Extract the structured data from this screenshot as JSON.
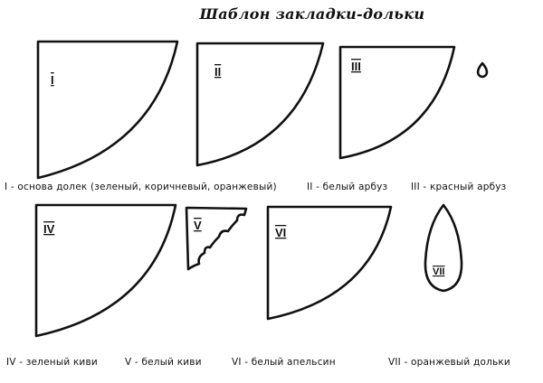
{
  "title": "Шаблон закладки-дольки",
  "templates": [
    {
      "numeral": "I"
    },
    {
      "numeral": "II"
    },
    {
      "numeral": "III"
    },
    {
      "numeral": "IV"
    },
    {
      "numeral": "V"
    },
    {
      "numeral": "VI"
    },
    {
      "numeral": "VII"
    }
  ],
  "captions": [
    "I - основа долек (зеленый, коричневый, оранжевый)",
    "II - белый арбуз",
    "III - красный арбуз",
    "IV - зеленый киви",
    "V - белый киви",
    "VI - белый апельсин",
    "VII - оранжевый дольки"
  ],
  "colors": {
    "ink": "#111111",
    "paper": "#ffffff"
  }
}
